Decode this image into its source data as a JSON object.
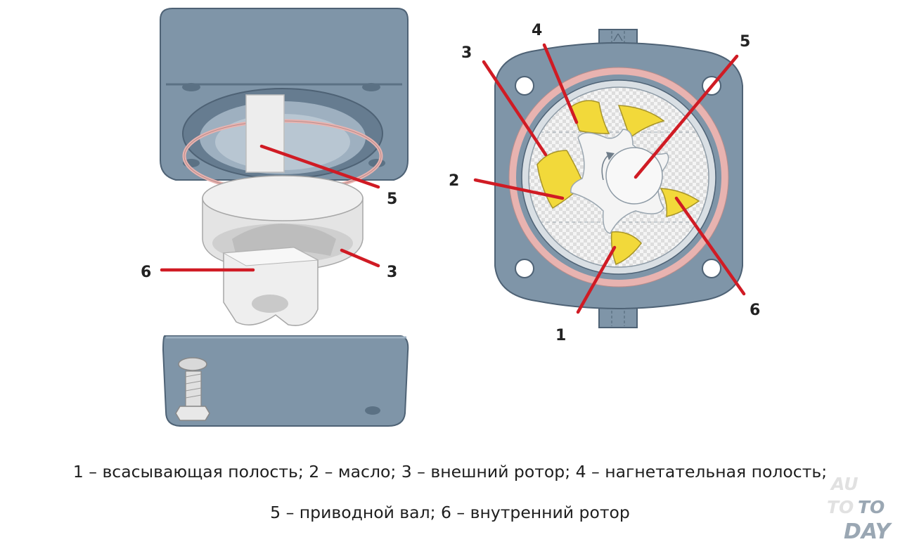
{
  "callouts": {
    "left_5": "5",
    "left_3": "3",
    "left_6": "6",
    "right_3": "3",
    "right_4": "4",
    "right_5": "5",
    "right_2": "2",
    "right_6": "6",
    "right_1": "1"
  },
  "caption": {
    "line1": "1 – всасывающая полость; 2 – масло; 3 – внешний ротор; 4 – нагнетательная полость;",
    "line2": "5 – приводной вал; 6 – внутренний ротор"
  },
  "watermark": {
    "part1": "AU",
    "part2": "TO",
    "part3": "TO",
    "part4": "DAY"
  },
  "colors": {
    "housing": "#7f95a8",
    "housing_dark": "#5b7184",
    "rotor_part": "#ececec",
    "oil": "#f2d93a",
    "seal_ring": "#e8b3b0",
    "leader_line": "#d01b24"
  }
}
